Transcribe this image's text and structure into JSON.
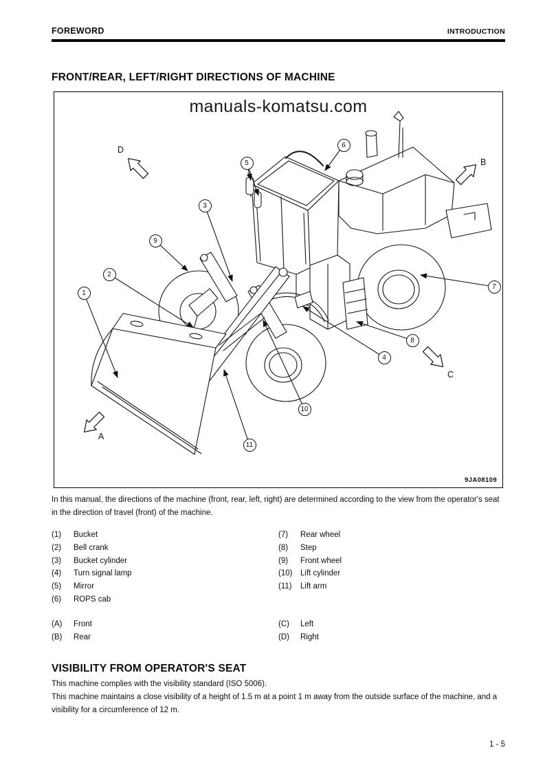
{
  "page": {
    "header_left": "FOREWORD",
    "header_right": "INTRODUCTION",
    "page_number": "1 - 5"
  },
  "directions_section": {
    "title": "FRONT/REAR, LEFT/RIGHT DIRECTIONS OF MACHINE",
    "figure": {
      "watermark": "manuals-komatsu.com",
      "figure_code": "9JA08109",
      "callouts": [
        "1",
        "2",
        "3",
        "4",
        "5",
        "6",
        "7",
        "8",
        "9",
        "10",
        "11"
      ],
      "direction_labels": [
        "A",
        "B",
        "C",
        "D"
      ]
    },
    "intro_text": "In this manual, the directions of the machine (front, rear, left, right) are determined according to the view from the operator's seat in the direction of travel (front) of the machine.",
    "parts_left": [
      {
        "num": "(1)",
        "label": "Bucket"
      },
      {
        "num": "(2)",
        "label": "Bell crank"
      },
      {
        "num": "(3)",
        "label": "Bucket cylinder"
      },
      {
        "num": "(4)",
        "label": "Turn signal lamp"
      },
      {
        "num": "(5)",
        "label": "Mirror"
      },
      {
        "num": "(6)",
        "label": "ROPS cab"
      }
    ],
    "parts_right": [
      {
        "num": "(7)",
        "label": "Rear wheel"
      },
      {
        "num": "(8)",
        "label": "Step"
      },
      {
        "num": "(9)",
        "label": "Front wheel"
      },
      {
        "num": "(10)",
        "label": "Lift cylinder"
      },
      {
        "num": "(11)",
        "label": "Lift arm"
      }
    ],
    "directions_left": [
      {
        "num": "(A)",
        "label": "Front"
      },
      {
        "num": "(B)",
        "label": "Rear"
      }
    ],
    "directions_right": [
      {
        "num": "(C)",
        "label": "Left"
      },
      {
        "num": "(D)",
        "label": "Right"
      }
    ]
  },
  "visibility_section": {
    "title": "VISIBILITY FROM OPERATOR'S SEAT",
    "paragraph1": "This machine complies with the visibility standard (ISO 5006).",
    "paragraph2": "This machine maintains a close visibility of a height of 1.5 m at a point 1 m away from the outside surface of the machine, and a visibility for a circumference of 12 m."
  }
}
